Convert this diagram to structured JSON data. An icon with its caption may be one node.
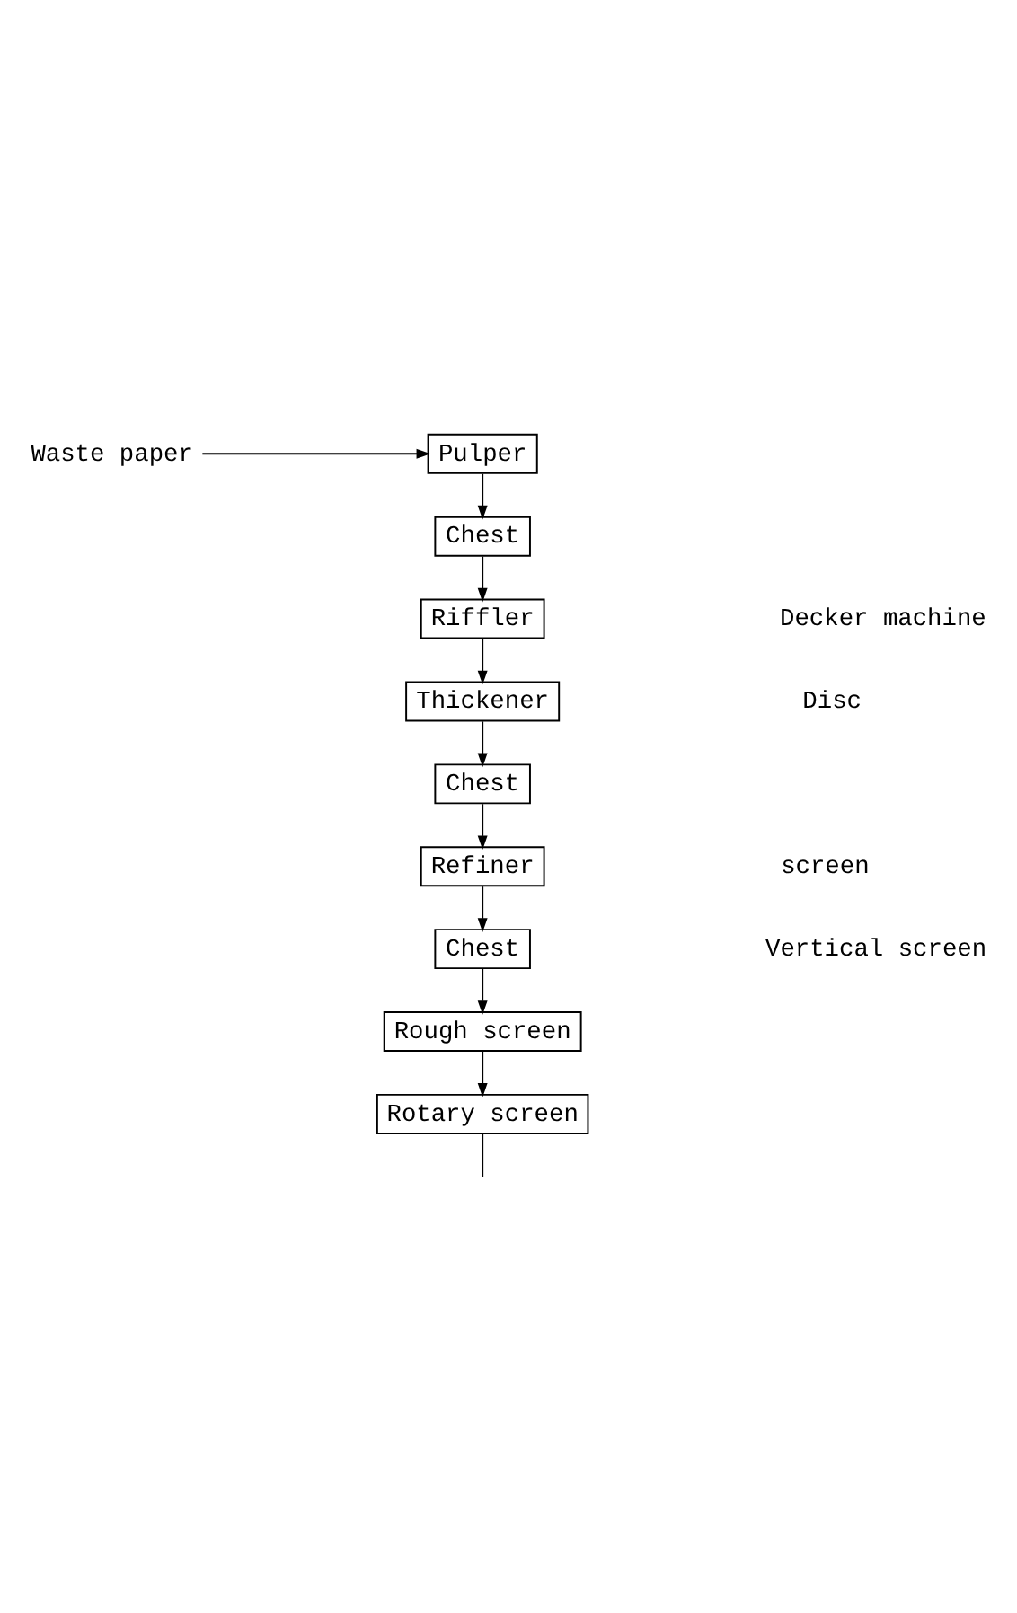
{
  "diagram": {
    "nodes": [
      {
        "text": [
          "Pulper"
        ]
      },
      {
        "text": [
          "Chest"
        ]
      },
      {
        "text": [
          "Riffler"
        ]
      },
      {
        "text": [
          "Thickener"
        ]
      },
      {
        "text": [
          "Chest"
        ]
      },
      {
        "text": [
          "Refiner"
        ]
      },
      {
        "text": [
          "Chest"
        ]
      },
      {
        "text": [
          "Rough screen"
        ]
      },
      {
        "text": [
          "Rotary screen"
        ]
      },
      {
        "text": [
          "Waste paper"
        ]
      }
    ],
    "edges": [
      {
        "from": 9,
        "to": 0,
        "arrow": "to"
      },
      {
        "from": 0,
        "to": 1,
        "arrow": "to"
      },
      {
        "from": 1,
        "to": 2,
        "arrow": "to"
      },
      {
        "from": 2,
        "to": 3,
        "arrow": "to"
      },
      {
        "from": 3,
        "to": 4,
        "arrow": "to"
      },
      {
        "from": 4,
        "to": 5,
        "arrow": "to"
      },
      {
        "from": 5,
        "to": 6,
        "arrow": "to"
      },
      {
        "from": 6,
        "to": 7,
        "arrow": "to"
      },
      {
        "from": 7,
        "to": 8,
        "arrow": "to"
      },
      {
        "from": 8,
        "to": null,
        "arrow": "none"
      }
    ],
    "labels": [
      "Decker machine",
      "Disc",
      "screen",
      "Vertical screen"
    ]
  }
}
